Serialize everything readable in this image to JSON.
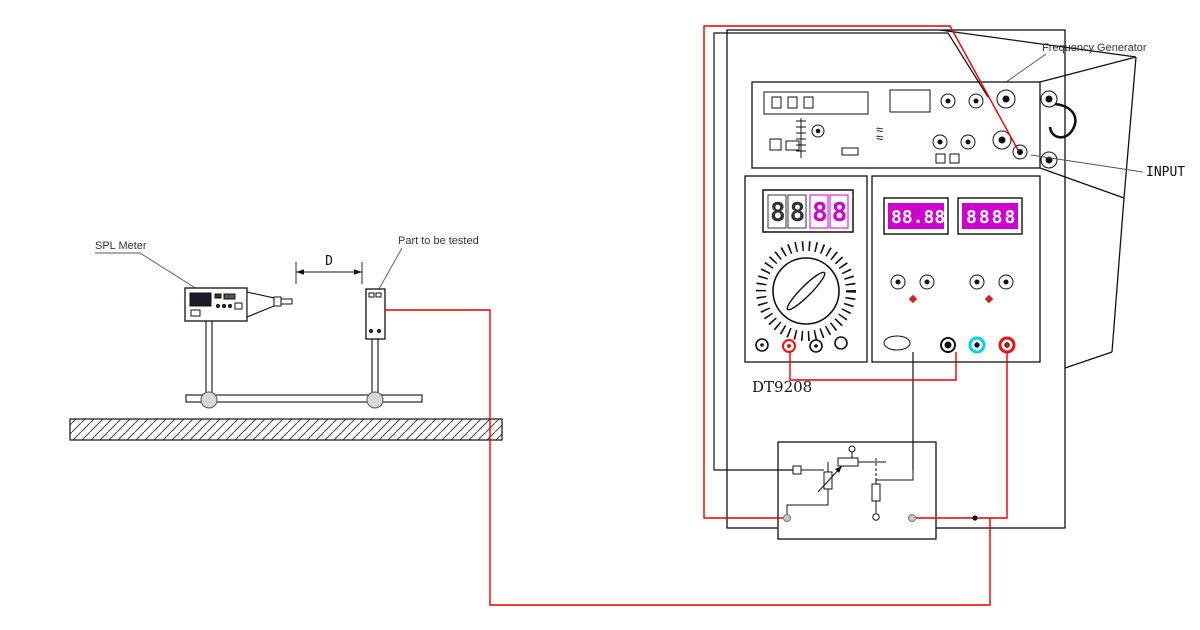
{
  "diagram": {
    "labels": {
      "spl_meter": "SPL Meter",
      "part": "Part to be tested",
      "dimension": "D",
      "frequency_generator": "Frequency Generator",
      "input": "INPUT",
      "model": "DT9208"
    },
    "displays": {
      "dt9208_digits_left": "88",
      "dt9208_digits_right": "88",
      "panel_meter_1": "88.88",
      "panel_meter_2": "8888"
    },
    "icons": {
      "wave": "≈"
    },
    "colors": {
      "wire_red": "#e60000",
      "display_magenta": "#cc00cc",
      "jack_cyan": "#00cfe0",
      "jack_red": "#ee1111",
      "indicator_red": "#cc2222",
      "leader_gray": "#555555"
    }
  }
}
